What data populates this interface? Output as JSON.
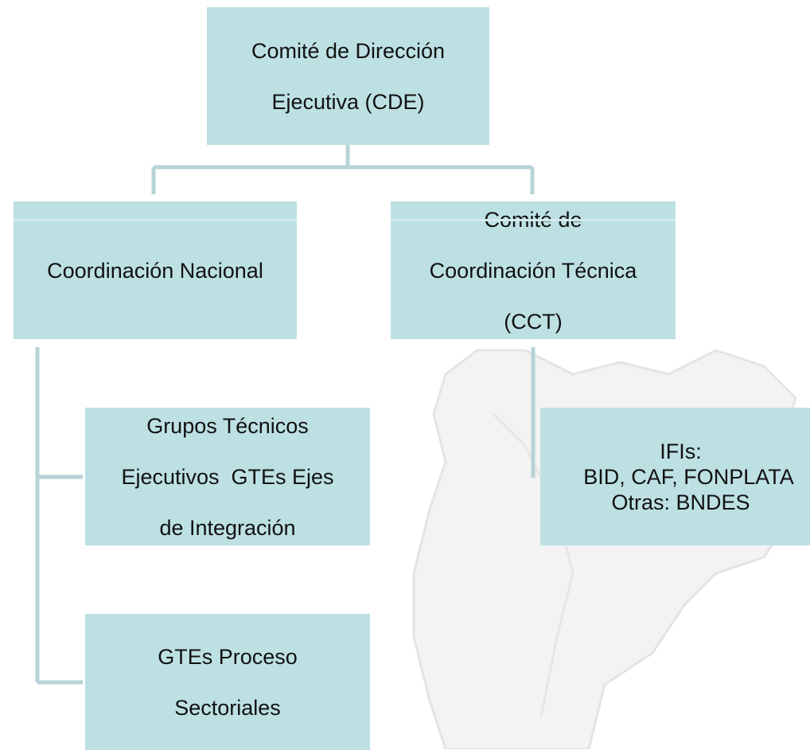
{
  "diagram": {
    "nodes": {
      "cde": {
        "lines": [
          "Comité de Dirección",
          "Ejecutiva (CDE)"
        ]
      },
      "coordinacion_nacional": {
        "lines": [
          "Coordinación Nacional"
        ]
      },
      "cct": {
        "lines": [
          "Comité de",
          "Coordinación Técnica",
          "(CCT)"
        ]
      },
      "gte_ejes": {
        "lines": [
          "Grupos Técnicos",
          "Ejecutivos  GTEs Ejes",
          "de Integración"
        ]
      },
      "gtes_sectoriales": {
        "lines": [
          "GTEs Proceso",
          "Sectoriales"
        ]
      },
      "ifis": {
        "lines": [
          "IFIs:",
          "BID, CAF, FONPLATA",
          "Otras: BNDES"
        ]
      }
    },
    "colors": {
      "box_fill": "#bde0e3",
      "connector": "#b6d3d6",
      "map_outline": "#e4e4e4"
    }
  }
}
